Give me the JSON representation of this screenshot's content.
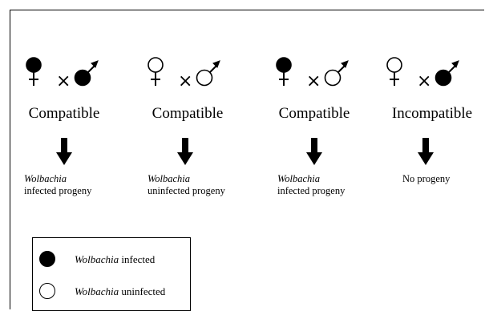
{
  "crosses": [
    {
      "female": "infected",
      "male": "infected",
      "compatibility": "Compatible",
      "result_line1": "Wolbachia",
      "result_line2": "infected progeny"
    },
    {
      "female": "uninfected",
      "male": "uninfected",
      "compatibility": "Compatible",
      "result_line1": "Wolbachia",
      "result_line2": "uninfected progeny"
    },
    {
      "female": "infected",
      "male": "uninfected",
      "compatibility": "Compatible",
      "result_line1": "Wolbachia",
      "result_line2": "infected progeny"
    },
    {
      "female": "uninfected",
      "male": "infected",
      "compatibility": "Incompatible",
      "result_line1": "",
      "result_line2": "No progeny"
    }
  ],
  "cross_symbol": "×",
  "legend": {
    "infected": {
      "genus": "Wolbachia",
      "status": "infected"
    },
    "uninfected": {
      "genus": "Wolbachia",
      "status": "uninfected"
    }
  },
  "colors": {
    "infected_fill": "#000000",
    "uninfected_fill": "#ffffff",
    "stroke": "#000000"
  }
}
